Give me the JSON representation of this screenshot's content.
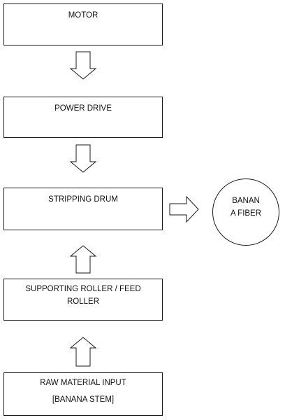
{
  "diagram": {
    "nodes": {
      "motor": "MOTOR",
      "power_drive": "POWER DRIVE",
      "stripping_drum": "STRIPPING DRUM",
      "supporting_roller": "SUPPORTING ROLLER / FEED ROLLER",
      "raw_material_line1": "RAW MATERIAL INPUT",
      "raw_material_line2": "[BANANA STEM]",
      "banana_fiber": "BANANA FIBER"
    },
    "edges": [
      {
        "from": "motor",
        "to": "power_drive",
        "direction": "down"
      },
      {
        "from": "power_drive",
        "to": "stripping_drum",
        "direction": "down"
      },
      {
        "from": "supporting_roller",
        "to": "stripping_drum",
        "direction": "up"
      },
      {
        "from": "raw_material",
        "to": "supporting_roller",
        "direction": "up"
      },
      {
        "from": "stripping_drum",
        "to": "banana_fiber",
        "direction": "right"
      }
    ]
  }
}
